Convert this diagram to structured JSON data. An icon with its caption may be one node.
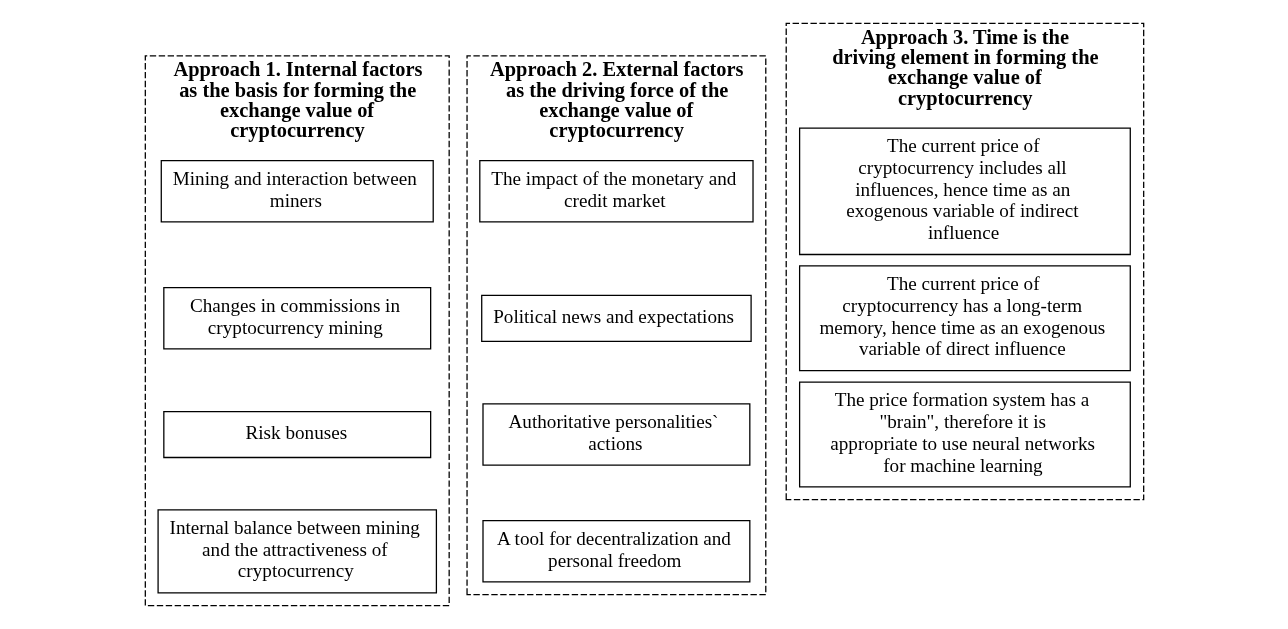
{
  "diagram": {
    "nodes": [
      {
        "text": [
          "Approach 1. Internal factors as the basis for forming the exchange value of cryptocurrency"
        ]
      },
      {
        "text": [
          "Mining and interaction between miners"
        ],
        "in": 0
      },
      {
        "text": [
          "Changes in commissions in cryptocurrency mining"
        ],
        "in": 0
      },
      {
        "text": [
          "Risk bonuses"
        ],
        "in": 0
      },
      {
        "text": [
          "Internal balance between mining and the attractiveness of cryptocurrency"
        ],
        "in": 0
      },
      {
        "text": [
          "Approach 2. External factors as the driving force of the exchange value of cryptocurrency"
        ]
      },
      {
        "text": [
          "The impact of the monetary and credit market"
        ],
        "in": 5
      },
      {
        "text": [
          "Political news and expectations"
        ],
        "in": 5
      },
      {
        "text": [
          "Authoritative personalities` actions"
        ],
        "in": 5
      },
      {
        "text": [
          "A tool for decentralization and personal freedom"
        ],
        "in": 5
      },
      {
        "text": [
          "Approach 3. Time is the driving element in forming the exchange value of cryptocurrency"
        ]
      },
      {
        "text": [
          "The current price of cryptocurrency includes all influences, hence time as an exogenous variable of indirect influence"
        ],
        "in": 10
      },
      {
        "text": [
          "The current price of cryptocurrency has a long-term memory, hence time as an exogenous variable of direct influence"
        ],
        "in": 10
      },
      {
        "text": [
          "The price formation system has a \"brain\", therefore it is appropriate to use neural networks for machine learning"
        ],
        "in": 10
      }
    ]
  }
}
